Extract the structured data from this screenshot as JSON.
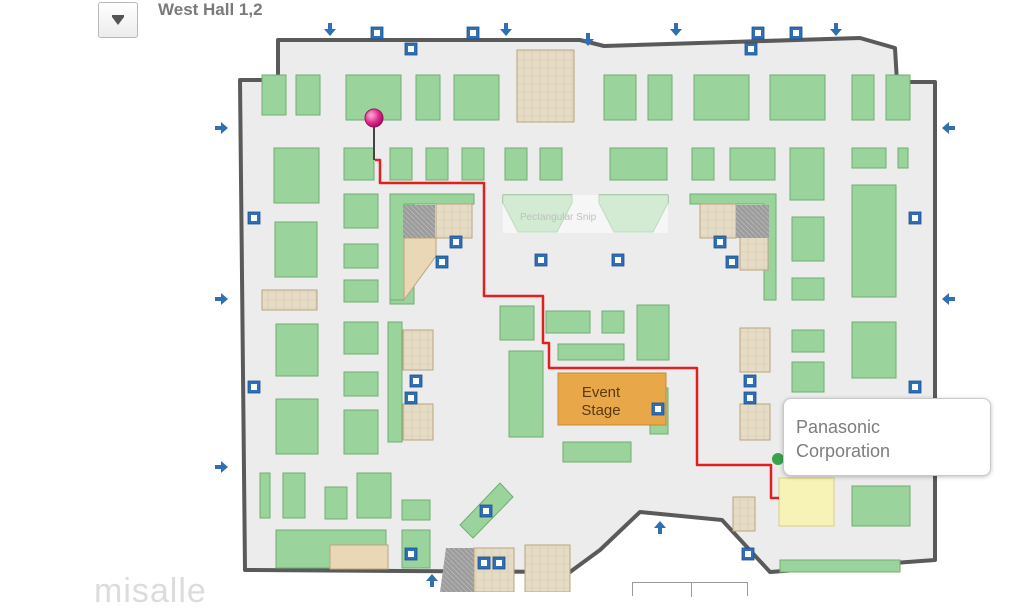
{
  "hall_selector": {
    "title": "West Hall 1,2",
    "toggle_icon": "chevron-down-icon"
  },
  "event_stage": {
    "line1": "Event",
    "line2": "Stage"
  },
  "overlay_label": "Pectangular Snip",
  "callout": {
    "line1": "Panasonic",
    "line2": "Corporation"
  },
  "watermark": "misalle",
  "colors": {
    "booth": "#9bd39c",
    "booth_border": "#6fae72",
    "tan_booth": "#ead7b5",
    "stage": "#e8a84a",
    "highlight": "#f7f2b5",
    "route": "#e02020",
    "pin": "#e0298a",
    "pin_end": "#3aa24a",
    "arrow": "#2f6fb5",
    "wall": "#555555",
    "floor": "#ececec"
  }
}
